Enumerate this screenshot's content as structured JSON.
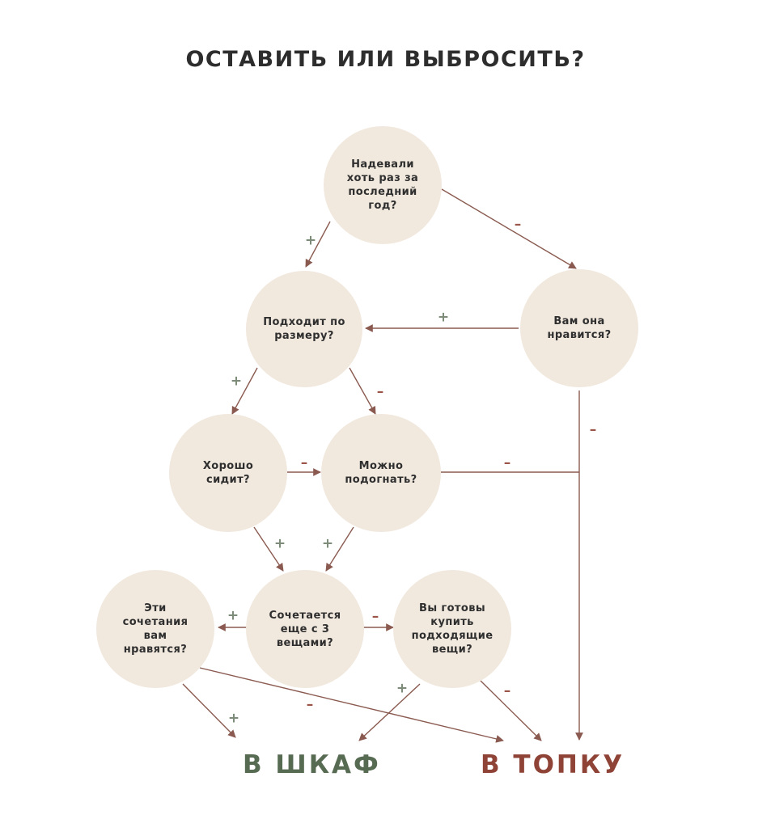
{
  "title": "ОСТАВИТЬ ИЛИ ВЫБРОСИТЬ?",
  "colors": {
    "node_fill": "#f1e8de",
    "arrow": "#8a5a50",
    "plus": "#7c8c78",
    "minus": "#9b5548",
    "keep": "#566b52",
    "discard": "#8e4336"
  },
  "nodes": {
    "worn": "Надевали\nхоть раз за\nпоследний\nгод?",
    "like": "Вам она\nнравится?",
    "size": "Подходит по\nразмеру?",
    "fits": "Хорошо\nсидит?",
    "alter": "Можно\nподогнать?",
    "combos": "Эти\nсочетания\nвам\nнравятся?",
    "match": "Сочетается\nеще с 3\nвещами?",
    "buy": "Вы готовы\nкупить\nподходящие\nвещи?"
  },
  "signs": {
    "plus": "+",
    "minus": "–"
  },
  "outcomes": {
    "keep": "В ШКАФ",
    "discard": "В ТОПКУ"
  }
}
